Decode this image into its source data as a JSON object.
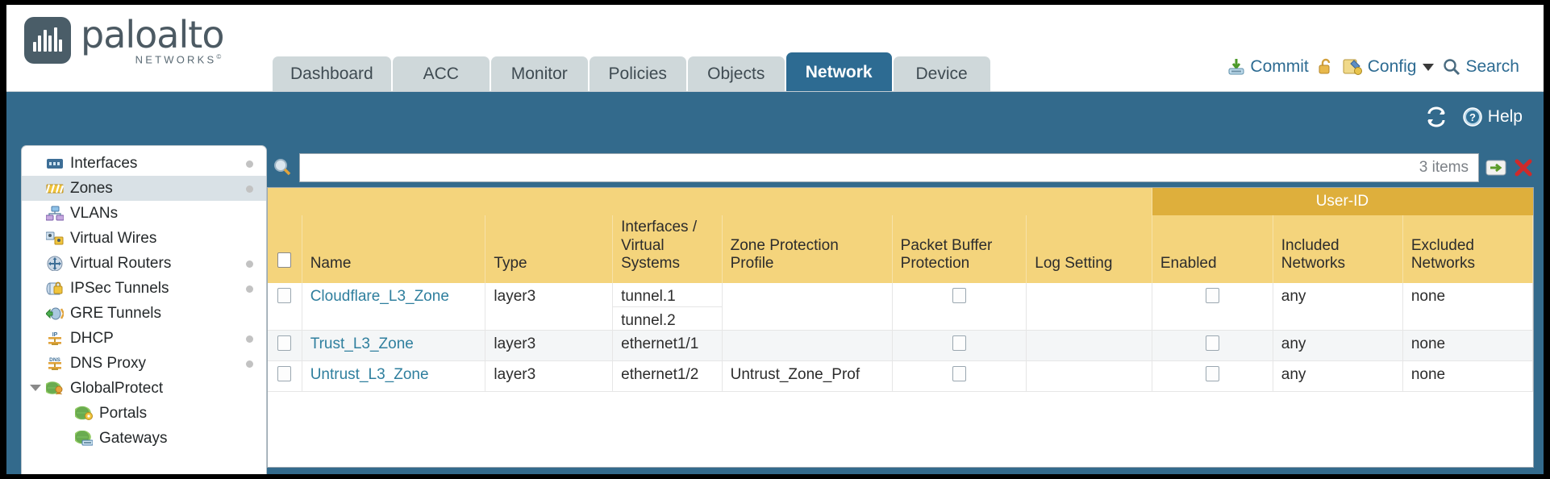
{
  "header": {
    "logo_word": "paloalto",
    "logo_sub": "NETWORKS",
    "tabs": [
      {
        "label": "Dashboard",
        "active": false
      },
      {
        "label": "ACC",
        "active": false
      },
      {
        "label": "Monitor",
        "active": false
      },
      {
        "label": "Policies",
        "active": false
      },
      {
        "label": "Objects",
        "active": false
      },
      {
        "label": "Network",
        "active": true
      },
      {
        "label": "Device",
        "active": false
      }
    ],
    "tools": {
      "commit": "Commit",
      "config": "Config",
      "search": "Search"
    }
  },
  "band": {
    "help": "Help"
  },
  "sidebar": {
    "items": [
      {
        "label": "Interfaces",
        "icon": "interfaces-icon",
        "dot": true,
        "selected": false,
        "child": false,
        "twisty": false
      },
      {
        "label": "Zones",
        "icon": "zones-icon",
        "dot": true,
        "selected": true,
        "child": false,
        "twisty": false
      },
      {
        "label": "VLANs",
        "icon": "vlans-icon",
        "dot": false,
        "selected": false,
        "child": false,
        "twisty": false
      },
      {
        "label": "Virtual Wires",
        "icon": "virtual-wires-icon",
        "dot": false,
        "selected": false,
        "child": false,
        "twisty": false
      },
      {
        "label": "Virtual Routers",
        "icon": "virtual-routers-icon",
        "dot": true,
        "selected": false,
        "child": false,
        "twisty": false
      },
      {
        "label": "IPSec Tunnels",
        "icon": "ipsec-tunnels-icon",
        "dot": true,
        "selected": false,
        "child": false,
        "twisty": false
      },
      {
        "label": "GRE Tunnels",
        "icon": "gre-tunnels-icon",
        "dot": false,
        "selected": false,
        "child": false,
        "twisty": false
      },
      {
        "label": "DHCP",
        "icon": "dhcp-icon",
        "dot": true,
        "selected": false,
        "child": false,
        "twisty": false
      },
      {
        "label": "DNS Proxy",
        "icon": "dns-proxy-icon",
        "dot": true,
        "selected": false,
        "child": false,
        "twisty": false
      },
      {
        "label": "GlobalProtect",
        "icon": "globalprotect-icon",
        "dot": false,
        "selected": false,
        "child": false,
        "twisty": true
      },
      {
        "label": "Portals",
        "icon": "portals-icon",
        "dot": false,
        "selected": false,
        "child": true,
        "twisty": false
      },
      {
        "label": "Gateways",
        "icon": "gateways-icon",
        "dot": false,
        "selected": false,
        "child": true,
        "twisty": false
      }
    ]
  },
  "search": {
    "value": "",
    "placeholder": "",
    "item_count": "3 items"
  },
  "table": {
    "group_header": "User-ID",
    "columns": [
      "Name",
      "Type",
      "Interfaces / Virtual Systems",
      "Zone Protection Profile",
      "Packet Buffer Protection",
      "Log Setting",
      "Enabled",
      "Included Networks",
      "Excluded Networks"
    ],
    "rows": [
      {
        "name": "Cloudflare_L3_Zone",
        "type": "layer3",
        "interfaces": [
          "tunnel.1",
          "tunnel.2"
        ],
        "zone_protection_profile": "",
        "packet_buffer_protection": false,
        "log_setting": "",
        "userid_enabled": false,
        "included_networks": "any",
        "excluded_networks": "none"
      },
      {
        "name": "Trust_L3_Zone",
        "type": "layer3",
        "interfaces": [
          "ethernet1/1"
        ],
        "zone_protection_profile": "",
        "packet_buffer_protection": false,
        "log_setting": "",
        "userid_enabled": false,
        "included_networks": "any",
        "excluded_networks": "none"
      },
      {
        "name": "Untrust_L3_Zone",
        "type": "layer3",
        "interfaces": [
          "ethernet1/2"
        ],
        "zone_protection_profile": "Untrust_Zone_Prof",
        "packet_buffer_protection": false,
        "log_setting": "",
        "userid_enabled": false,
        "included_networks": "any",
        "excluded_networks": "none"
      }
    ]
  },
  "colors": {
    "brand_blue": "#336a8c",
    "active_tab": "#2d6b92",
    "header_gold": "#f4d47c",
    "group_gold": "#deaf3c",
    "link_teal": "#2f7f9e"
  }
}
